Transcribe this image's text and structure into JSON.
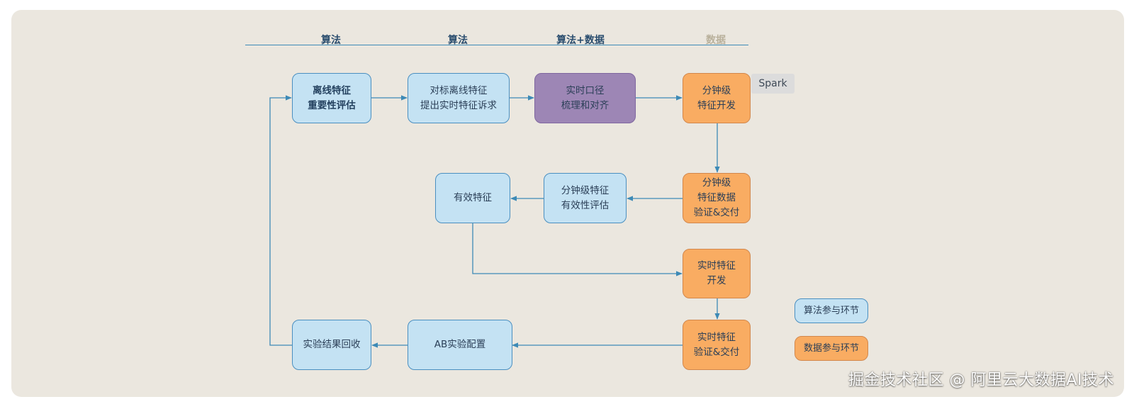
{
  "headers": [
    "算法",
    "算法",
    "算法+数据",
    "数据"
  ],
  "nodes": {
    "offline_eval": "离线特征\n重要性评估",
    "realtime_demand": "对标离线特征\n提出实时特征诉求",
    "realtime_caliber": "实时口径\n梳理和对齐",
    "minute_dev": "分钟级\n特征开发",
    "minute_verify": "分钟级\n特征数据\n验证&交付",
    "minute_effect": "分钟级特征\n有效性评估",
    "effective": "有效特征",
    "realtime_dev": "实时特征\n开发",
    "realtime_verify": "实时特征\n验证&交付",
    "ab_config": "AB实验配置",
    "result_recycle": "实验结果回收"
  },
  "spark_label": "Spark",
  "legend": {
    "algo": "算法参与环节",
    "data": "数据参与环节"
  },
  "colors": {
    "algo": "#c4e2f3",
    "data": "#f9ac62",
    "joint": "#9d86b5",
    "edge": "#3d8ab6"
  },
  "watermark": "掘金技术社区 @ 阿里云大数据AI技术"
}
